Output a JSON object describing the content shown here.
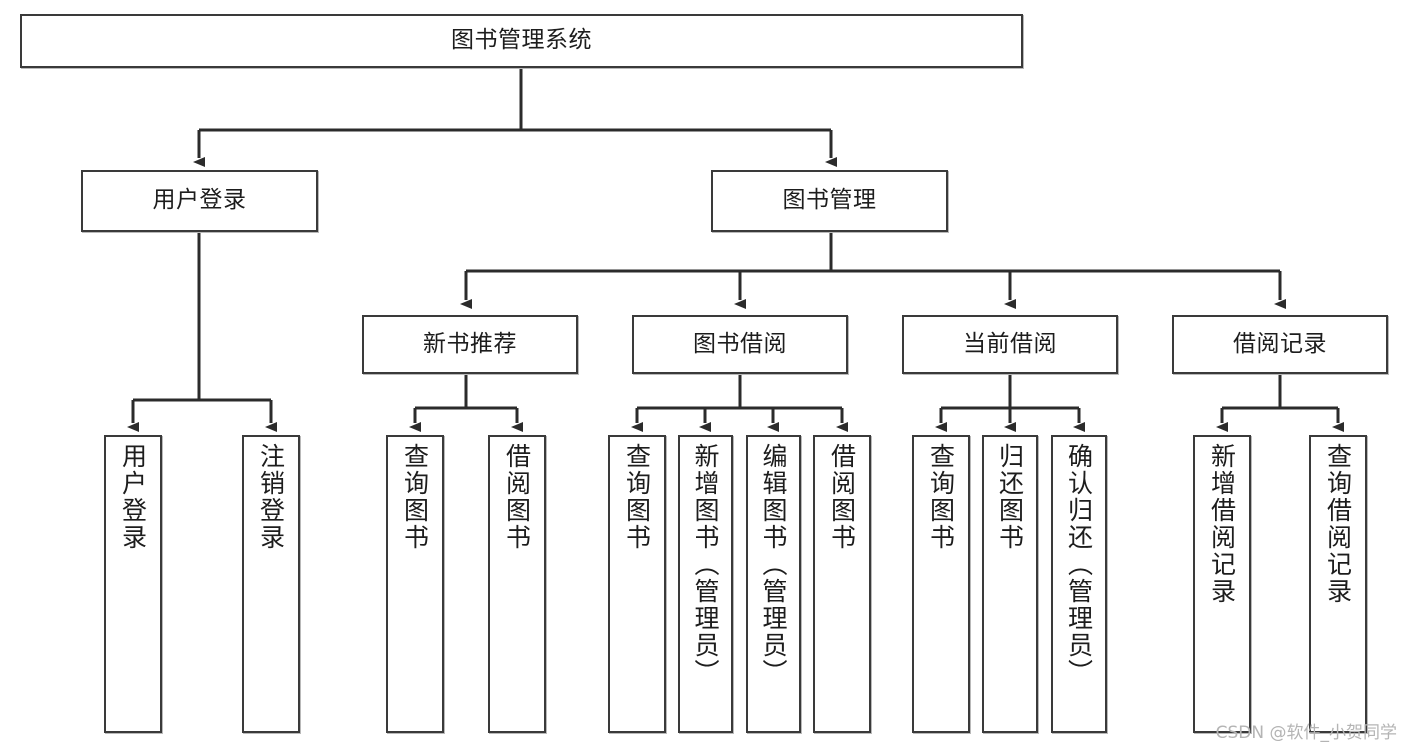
{
  "diagram": {
    "title": "图书管理系统",
    "type": "tree-hierarchy-chart",
    "colors": {
      "box_border": "#3a3a3a",
      "box_fill": "#ffffff",
      "connector": "#2b2b2b",
      "text": "#1d1d1d",
      "watermark": "#b4b4b4"
    }
  },
  "watermark": {
    "text": "CSDN @软件_小贺同学"
  },
  "nodes": {
    "root": {
      "label": "图书管理系统"
    },
    "level2": [
      {
        "id": "user-login",
        "label": "用户登录"
      },
      {
        "id": "book-management",
        "label": "图书管理"
      }
    ],
    "level3": [
      {
        "id": "new-book-recommend",
        "label": "新书推荐"
      },
      {
        "id": "book-borrow",
        "label": "图书借阅"
      },
      {
        "id": "current-borrow",
        "label": "当前借阅"
      },
      {
        "id": "borrow-record",
        "label": "借阅记录"
      }
    ],
    "leaves": {
      "user_login": [
        {
          "id": "leaf-user-login",
          "label": "用户登录"
        },
        {
          "id": "leaf-logout-login",
          "label": "注销登录"
        }
      ],
      "new_book_recommend": [
        {
          "id": "leaf-query-book-1",
          "label": "查询图书"
        },
        {
          "id": "leaf-borrow-book-1",
          "label": "借阅图书"
        }
      ],
      "book_borrow": [
        {
          "id": "leaf-query-book-2",
          "label": "查询图书"
        },
        {
          "id": "leaf-add-book",
          "label": "新增图书（管理员）"
        },
        {
          "id": "leaf-edit-book",
          "label": "编辑图书（管理员）"
        },
        {
          "id": "leaf-borrow-book-2",
          "label": "借阅图书"
        }
      ],
      "current_borrow": [
        {
          "id": "leaf-query-book-3",
          "label": "查询图书"
        },
        {
          "id": "leaf-return-book",
          "label": "归还图书"
        },
        {
          "id": "leaf-confirm-return",
          "label": "确认归还（管理员）"
        }
      ],
      "borrow_record": [
        {
          "id": "leaf-add-record",
          "label": "新增借阅记录"
        },
        {
          "id": "leaf-query-record",
          "label": "查询借阅记录"
        }
      ]
    }
  }
}
